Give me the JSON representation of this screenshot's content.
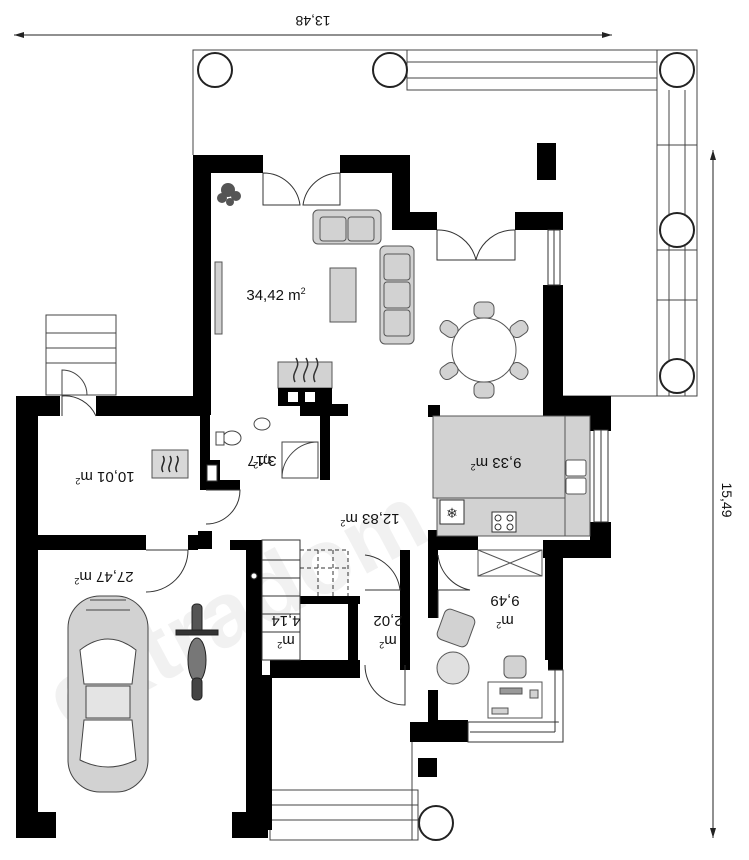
{
  "dimensions": {
    "width_label": "13,48",
    "height_label": "15,49"
  },
  "rooms": [
    {
      "id": "living",
      "area": "34,42",
      "unit": "m",
      "sup": "2"
    },
    {
      "id": "kitchen",
      "area": "9,33",
      "unit": "m",
      "sup": "2"
    },
    {
      "id": "hall",
      "area": "12,83",
      "unit": "m",
      "sup": "2"
    },
    {
      "id": "bath",
      "area": "3,17",
      "unit": "m",
      "sup": "2"
    },
    {
      "id": "room-left",
      "area": "10,01",
      "unit": "m",
      "sup": "2"
    },
    {
      "id": "garage",
      "area": "27,47",
      "unit": "m",
      "sup": "2"
    },
    {
      "id": "study",
      "area": "9,49",
      "unit": "m",
      "sup": "2"
    },
    {
      "id": "stairs",
      "area": "4,14",
      "unit": "m",
      "sup": "2"
    },
    {
      "id": "wc",
      "area": "2,02",
      "unit": "m",
      "sup": "2"
    }
  ],
  "watermark": "extradom",
  "colors": {
    "wall": "#000000",
    "furniture": "#c8c8c8",
    "line": "#333333"
  }
}
